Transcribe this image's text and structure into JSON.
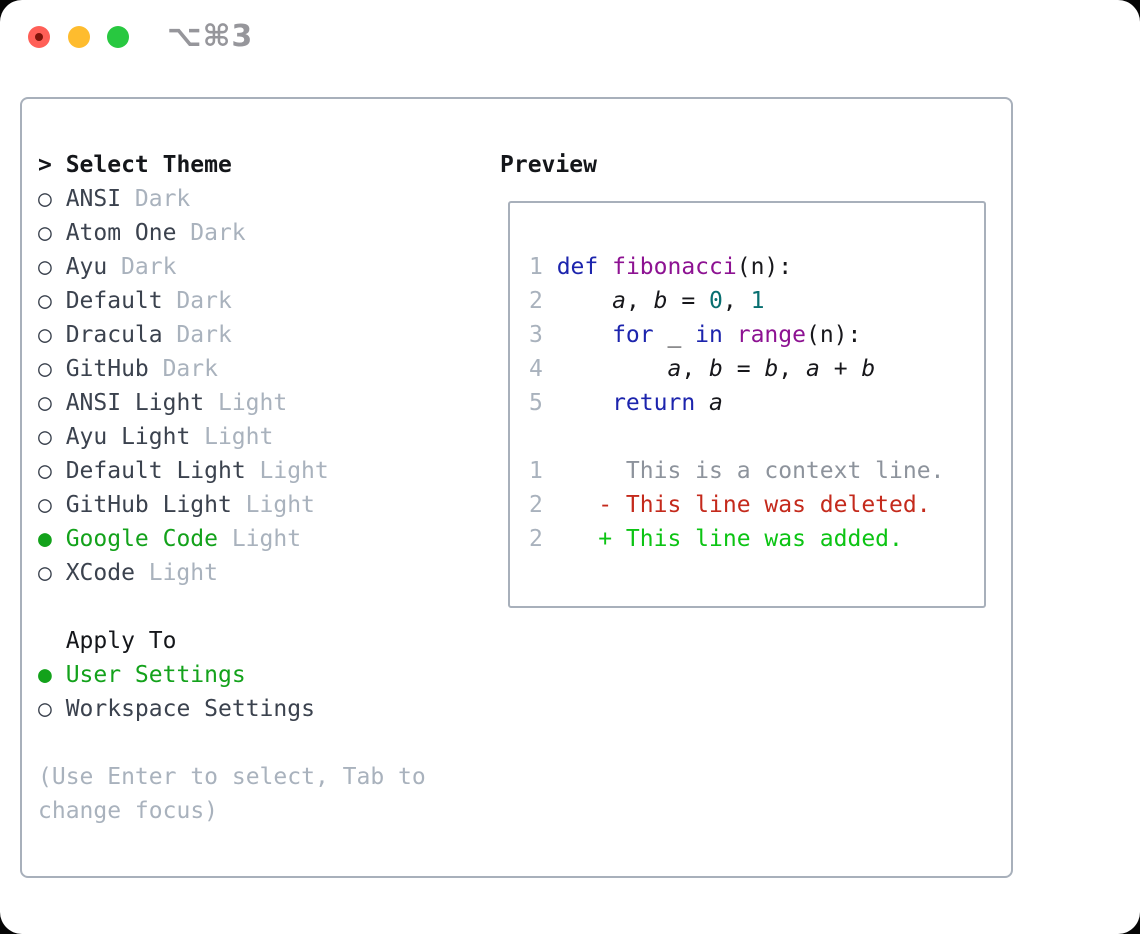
{
  "colors": {
    "accent_green": "#13a21b",
    "added_green": "#0cc414",
    "deleted_red": "#c42a1c",
    "keyword_blue": "#1c24ad",
    "function_purple": "#8d1292",
    "literal_teal": "#086f70",
    "muted_gray": "#a9b2bd",
    "border_gray": "#a8b0bb",
    "traffic_red": "#ff5f57",
    "traffic_yellow": "#febc2e",
    "traffic_green": "#28c840"
  },
  "titlebar": {
    "shortcut": "⌥⌘3"
  },
  "theme_list": {
    "prompt": ">",
    "header": "Select Theme",
    "items": [
      {
        "marker": "○",
        "name": "ANSI",
        "variant": "Dark",
        "selected": false
      },
      {
        "marker": "○",
        "name": "Atom One",
        "variant": "Dark",
        "selected": false
      },
      {
        "marker": "○",
        "name": "Ayu",
        "variant": "Dark",
        "selected": false
      },
      {
        "marker": "○",
        "name": "Default",
        "variant": "Dark",
        "selected": false
      },
      {
        "marker": "○",
        "name": "Dracula",
        "variant": "Dark",
        "selected": false
      },
      {
        "marker": "○",
        "name": "GitHub",
        "variant": "Dark",
        "selected": false
      },
      {
        "marker": "○",
        "name": "ANSI Light",
        "variant": "Light",
        "selected": false
      },
      {
        "marker": "○",
        "name": "Ayu Light",
        "variant": "Light",
        "selected": false
      },
      {
        "marker": "○",
        "name": "Default Light",
        "variant": "Light",
        "selected": false
      },
      {
        "marker": "○",
        "name": "GitHub Light",
        "variant": "Light",
        "selected": false
      },
      {
        "marker": "●",
        "name": "Google Code",
        "variant": "Light",
        "selected": true
      },
      {
        "marker": "○",
        "name": "XCode",
        "variant": "Light",
        "selected": false
      }
    ]
  },
  "apply_to": {
    "header": "Apply To",
    "items": [
      {
        "marker": "●",
        "name": "User Settings",
        "selected": true
      },
      {
        "marker": "○",
        "name": "Workspace Settings",
        "selected": false
      }
    ]
  },
  "help": {
    "line1": "(Use Enter to select, Tab to",
    "line2": "change focus)"
  },
  "preview": {
    "header": "Preview",
    "code": [
      {
        "num": "1",
        "parts": [
          "def",
          " ",
          "fibonacci",
          "(n):"
        ]
      },
      {
        "num": "2",
        "parts": [
          "    ",
          "a",
          ", ",
          "b",
          " = ",
          "0",
          ", ",
          "1"
        ]
      },
      {
        "num": "3",
        "parts": [
          "    ",
          "for",
          " _ ",
          "in",
          " ",
          "range",
          "(n):"
        ]
      },
      {
        "num": "4",
        "parts": [
          "        ",
          "a",
          ", ",
          "b",
          " = ",
          "b",
          ", ",
          "a",
          " + ",
          "b"
        ]
      },
      {
        "num": "5",
        "parts": [
          "    ",
          "return",
          " ",
          "a"
        ]
      },
      {
        "num": "",
        "parts": []
      },
      {
        "num": "1",
        "parts": [
          "     This is a context line."
        ]
      },
      {
        "num": "2",
        "parts": [
          "   - This line was deleted."
        ]
      },
      {
        "num": "2",
        "parts": [
          "   + This line was added."
        ]
      }
    ]
  }
}
